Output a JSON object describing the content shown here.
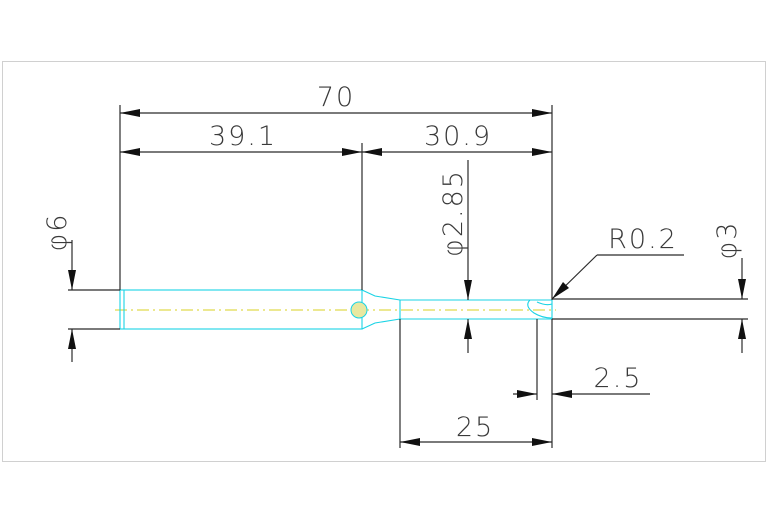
{
  "dimensions": {
    "overall_length": "70",
    "shank_length": "39.1",
    "tip_length": "30.9",
    "neck_diameter": "φ2.85",
    "shank_diameter": "φ6",
    "cutter_diameter": "φ3",
    "corner_radius": "R0.2",
    "flute_length": "2.5",
    "reach_length": "25"
  },
  "colors": {
    "dimension_lines": "#2b2b2b",
    "tool_outline": "#19d3e5",
    "center_line": "#d9d020",
    "frame": "#d0d0d0"
  }
}
